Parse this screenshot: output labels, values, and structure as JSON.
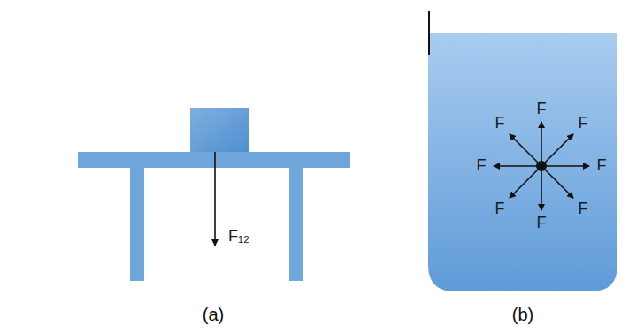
{
  "diagram": {
    "labels": [
      "F₁₂",
      "F",
      "F",
      "F",
      "F",
      "F",
      "F",
      "F",
      "F",
      "(a)",
      "(b)"
    ]
  }
}
